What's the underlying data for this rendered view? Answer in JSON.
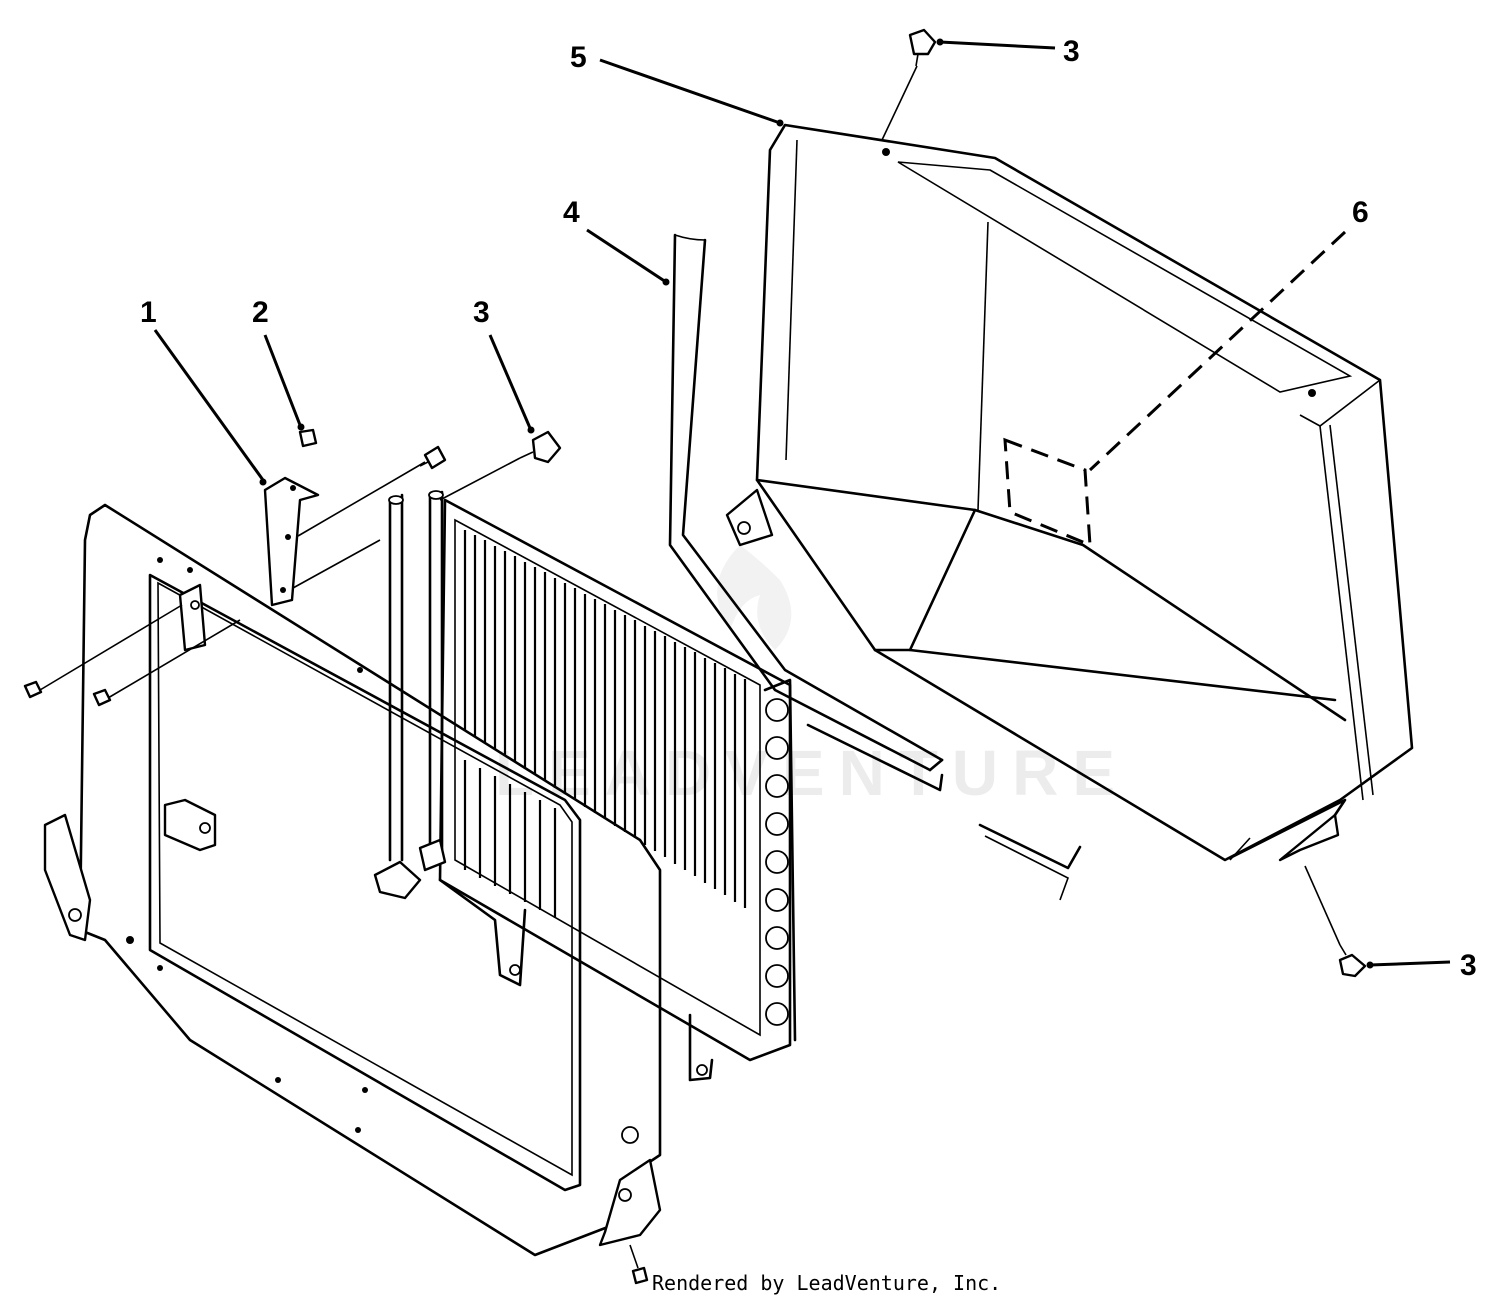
{
  "diagram": {
    "callouts": {
      "c1": "1",
      "c2": "2",
      "c3a": "3",
      "c3b": "3",
      "c3c": "3",
      "c4": "4",
      "c5": "5",
      "c6": "6"
    },
    "credit": "Rendered by LeadVenture, Inc.",
    "watermark": "LEADVENTURE"
  }
}
